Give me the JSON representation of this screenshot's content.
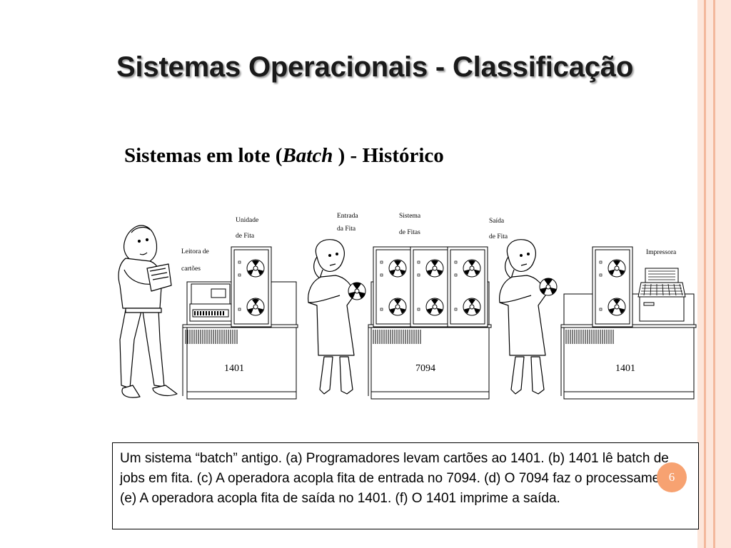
{
  "title": "Sistemas Operacionais - Classificação",
  "subtitle": {
    "before": "Sistemas em lote (",
    "italic": "Batch",
    "after": " ) - Histórico"
  },
  "diagram": {
    "labels": {
      "card_reader_1": "Leitora de",
      "card_reader_2": "cartões",
      "tape_unit_1": "Unidade",
      "tape_unit_2": "de Fita",
      "tape_input_1": "Entrada",
      "tape_input_2": "da Fita",
      "tape_system_1": "Sistema",
      "tape_system_2": "de Fitas",
      "tape_output_1": "Saída",
      "tape_output_2": "de Fita",
      "printer": "Impressora"
    },
    "machines": [
      "1401",
      "7094",
      "1401"
    ]
  },
  "caption": "Um sistema “batch” antigo. (a) Programadores levam cartões ao 1401. (b) 1401 lê batch de jobs em fita. (c) A operadora acopla fita de entrada no 7094. (d) O 7094 faz o processamento. (e) A operadora acopla fita de saída no 1401. (f) O 1401 imprime a saída.",
  "page_number": "6",
  "colors": {
    "accent": "#f7a271",
    "stripe_light": "#fbdccd",
    "stripe_mid": "#f6c4ac"
  }
}
